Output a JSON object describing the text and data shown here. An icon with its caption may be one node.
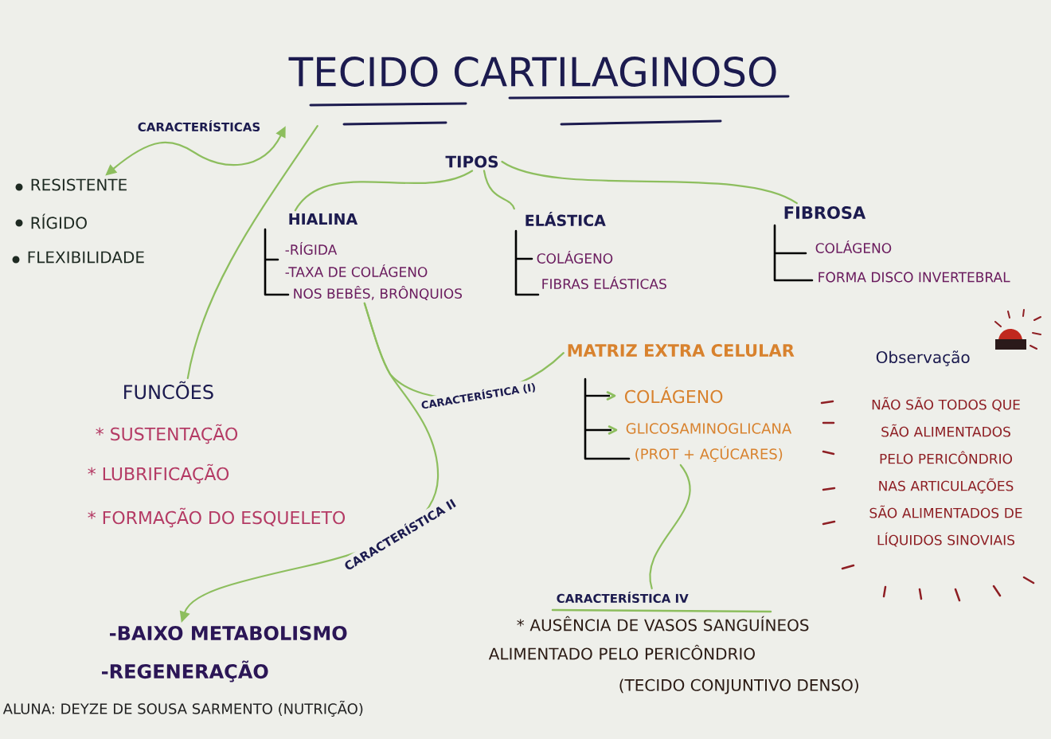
{
  "diagram": {
    "nodes": [
      {
        "text": [
          "TECIDO CARTILAGINOSO"
        ]
      },
      {
        "text": [
          "RESISTENTE",
          "RÍGIDO",
          "FLEXIBILIDADE"
        ]
      },
      {
        "text": [
          "TIPOS"
        ]
      },
      {
        "text": [
          "HIALINA",
          "-RÍGIDA",
          "-TAXA DE COLÁGENO",
          "NOS BEBÊS, BRÔNQUIOS"
        ]
      },
      {
        "text": [
          "ELÁSTICA",
          "COLÁGENO",
          "FIBRAS ELÁSTICAS"
        ]
      },
      {
        "text": [
          "FIBROSA",
          "COLÁGENO",
          "FORMA DISCO INVERTEBRAL"
        ]
      },
      {
        "text": [
          "MATRIZ EXTRA CELULAR",
          "COLÁGENO",
          "GLICOSAMINOGLICANA",
          "(PROT + AÇÚCARES)"
        ]
      },
      {
        "text": [
          "Observação",
          "NÃO SÃO TODOS QUE SÃO ALIMENTADOS PELO PERICÔNDRIO NAS ARTICULAÇÕES SÃO ALIMENTADOS DE LÍQUIDOS SINOVIAIS"
        ]
      },
      {
        "text": [
          "FUNCÕES",
          "* SUSTENTAÇÃO",
          "* LUBRIFICAÇÃO",
          "* FORMAÇÃO DO ESQUELETO"
        ]
      },
      {
        "text": [
          "CARACTERÍSTICA IV",
          "* AUSÊNCIA DE VASOS SANGUÍNEOS ALIMENTADO PELO PERICÔNDRIO",
          "(TECIDO CONJUNTIVO DENSO)"
        ]
      },
      {
        "text": [
          "-BAIXO METABOLISMO",
          "-REGENERAÇÃO"
        ]
      }
    ],
    "edges": [
      {
        "from": 0,
        "to": 1,
        "arrow": "both",
        "label": "CARACTERÍSTICAS"
      },
      {
        "from": 0,
        "to": 8,
        "arrow": "none"
      },
      {
        "from": 2,
        "to": 3,
        "arrow": "none"
      },
      {
        "from": 2,
        "to": 4,
        "arrow": "none"
      },
      {
        "from": 2,
        "to": 5,
        "arrow": "none"
      },
      {
        "from": 3,
        "to": 6,
        "arrow": "none",
        "label": "CARACTERÍSTICA (I)"
      },
      {
        "from": 3,
        "to": 10,
        "arrow": "to",
        "label": "CARACTERÍSTICA II"
      },
      {
        "from": 6,
        "to": 9,
        "arrow": "none"
      }
    ],
    "labels": [
      "ALUNA: DEYZE DE SOUSA SARMENTO (NUTRIÇÃO)"
    ]
  }
}
